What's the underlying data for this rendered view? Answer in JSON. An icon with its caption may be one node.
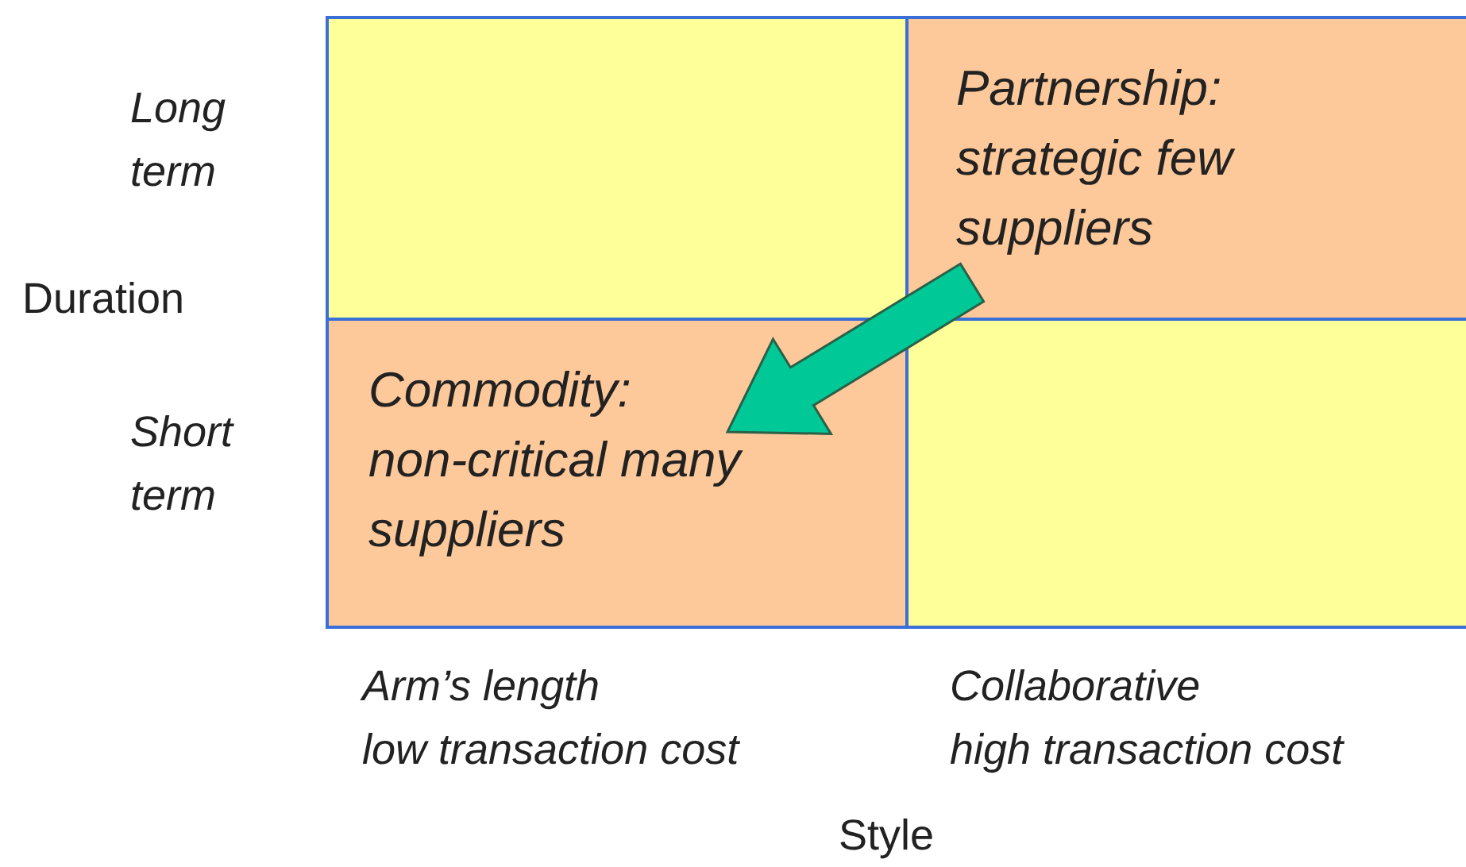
{
  "diagram": {
    "nodes": [
      {
        "text": [],
        "shape": "box"
      },
      {
        "text": [
          "Partnership:",
          "strategic few suppliers"
        ]
      },
      {
        "text": [
          "Commodity:",
          "non-critical many suppliers"
        ]
      },
      {
        "text": [],
        "shape": "box"
      }
    ],
    "edges": [
      {
        "from": 1,
        "to": 2,
        "arrow": "to",
        "style": "thick",
        "color": "#00c896"
      }
    ],
    "labels": [
      "Long term",
      "Duration",
      "Short term",
      "Arm’s length",
      "low transaction cost",
      "Collaborative",
      "high transaction cost",
      "Style"
    ]
  }
}
